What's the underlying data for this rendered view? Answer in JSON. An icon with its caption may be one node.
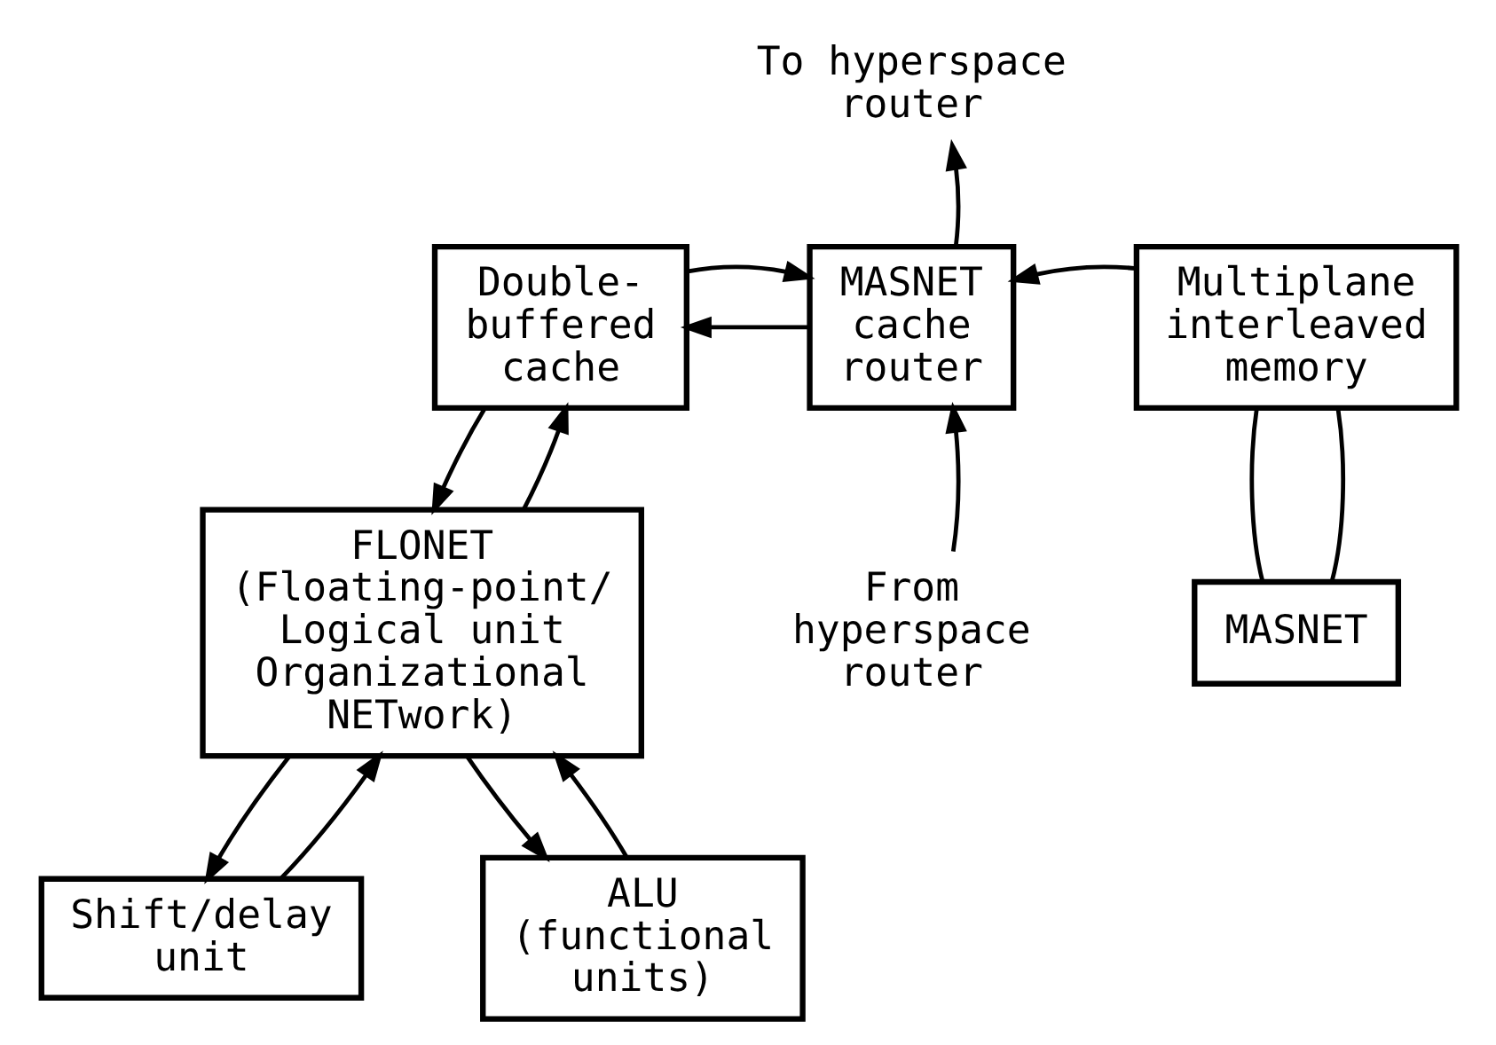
{
  "diagram": {
    "nodes": [
      {
        "text": [
          "Double- buffered cache"
        ]
      },
      {
        "text": [
          "MASNET cache router"
        ]
      },
      {
        "text": [
          "Multiplane interleaved memory"
        ]
      },
      {
        "text": [
          "MASNET"
        ]
      },
      {
        "text": [
          "To hyperspace router"
        ]
      },
      {
        "text": [
          "From hyperspace router"
        ]
      },
      {
        "text": [
          "FLONET (Floating-point/ Logical unit Organizational NETwork)"
        ]
      },
      {
        "text": [
          "Shift/delay unit"
        ]
      },
      {
        "text": [
          "ALU (functional units)"
        ]
      }
    ],
    "edges": [
      {
        "from": 1,
        "to": 0,
        "arrow": "to"
      },
      {
        "from": 0,
        "to": 1,
        "arrow": "to"
      },
      {
        "from": 2,
        "to": 1,
        "arrow": "to"
      },
      {
        "from": 1,
        "to": 4,
        "arrow": "to"
      },
      {
        "from": 5,
        "to": 1,
        "arrow": "to"
      },
      {
        "from": 2,
        "to": 3,
        "arrow": "none"
      },
      {
        "from": 2,
        "to": 3,
        "arrow": "none"
      },
      {
        "from": 6,
        "to": 0,
        "arrow": "to"
      },
      {
        "from": 0,
        "to": 6,
        "arrow": "to"
      },
      {
        "from": 6,
        "to": 7,
        "arrow": "to"
      },
      {
        "from": 7,
        "to": 6,
        "arrow": "to"
      },
      {
        "from": 6,
        "to": 8,
        "arrow": "to"
      },
      {
        "from": 8,
        "to": 6,
        "arrow": "to"
      }
    ]
  }
}
